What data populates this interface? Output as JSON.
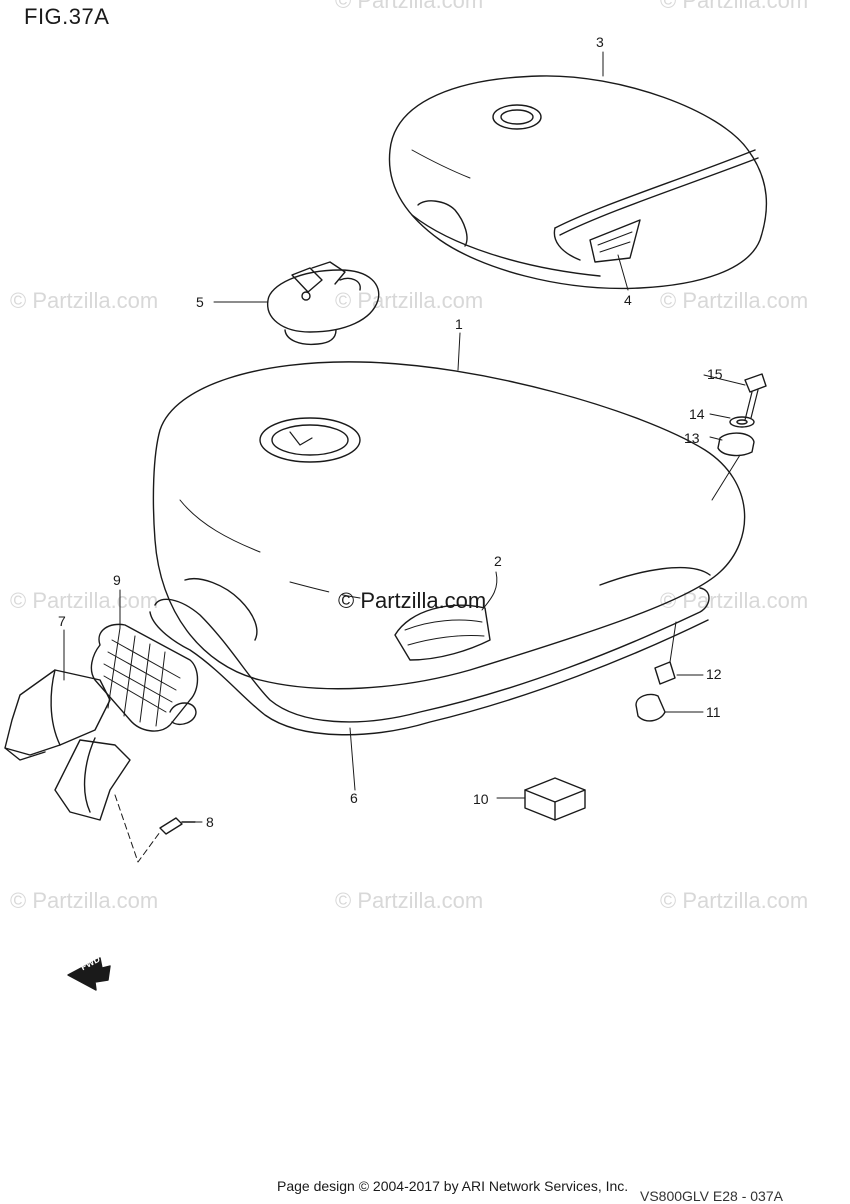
{
  "figure": {
    "title": "FIG.37A"
  },
  "watermark": {
    "text": "© Partzilla.com"
  },
  "center_watermark": "© Partzilla.com",
  "callouts": [
    "1",
    "2",
    "3",
    "4",
    "5",
    "6",
    "7",
    "8",
    "9",
    "10",
    "11",
    "12",
    "13",
    "14",
    "15"
  ],
  "fwd_label": "FWD",
  "footer": {
    "copyright": "Page design © 2004-2017 by ARI Network Services, Inc.",
    "code": "VS800GLV E28 - 037A"
  }
}
